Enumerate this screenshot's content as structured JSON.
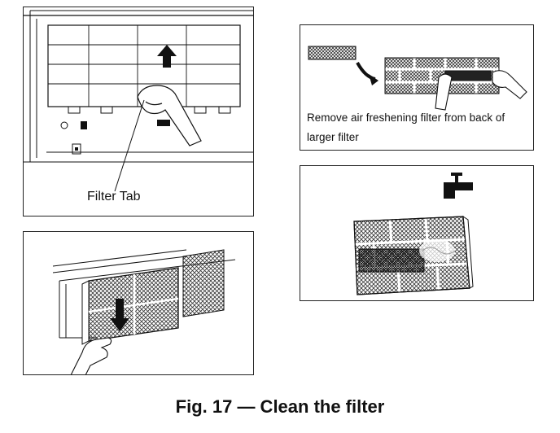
{
  "figure": {
    "caption": "Fig. 17 — Clean the filter"
  },
  "panels": {
    "open_panel": {
      "filter_tab_label": "Filter Tab"
    },
    "remove_freshening": {
      "line1": "Remove air freshening   filter from back of",
      "line2": "larger filter"
    },
    "slide_filter": {},
    "rinse_filter": {}
  },
  "icons": [
    "up-arrow-icon",
    "down-arrow-icon",
    "curved-arrow-icon",
    "faucet-icon",
    "hand-icon"
  ],
  "colors": {
    "line": "#111111",
    "mesh": "#333333",
    "arrow": "#111111",
    "background": "#ffffff"
  }
}
